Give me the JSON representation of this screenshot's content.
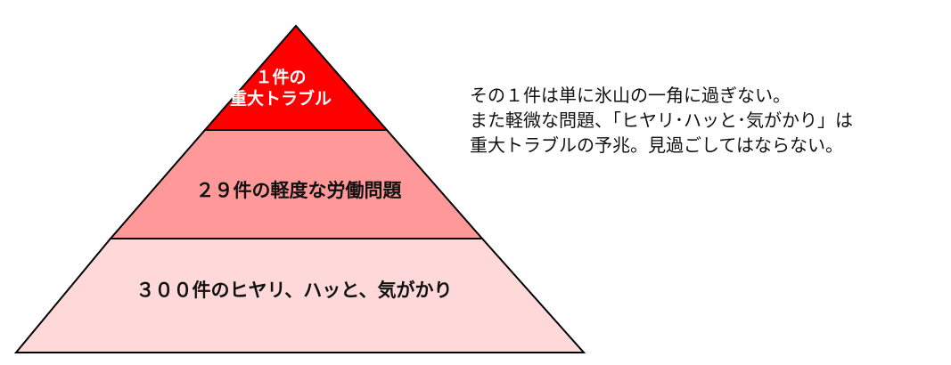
{
  "pyramid": {
    "top": {
      "line1": "１件の",
      "line2": "重大トラブル",
      "fill": "#ff0000"
    },
    "middle": {
      "label": "２９件の軽度な労働問題",
      "fill": "#ff9999"
    },
    "bottom": {
      "label": "３００件のヒヤリ、ハッと、気がかり",
      "fill": "#ffd9d9"
    }
  },
  "note": {
    "line1": "その１件は単に氷山の一角に過ぎない。",
    "line2": "また軽微な問題、「ヒヤリ･ハッと･気がかり」は",
    "line3": "重大トラブルの予兆。見過ごしてはならない。"
  }
}
